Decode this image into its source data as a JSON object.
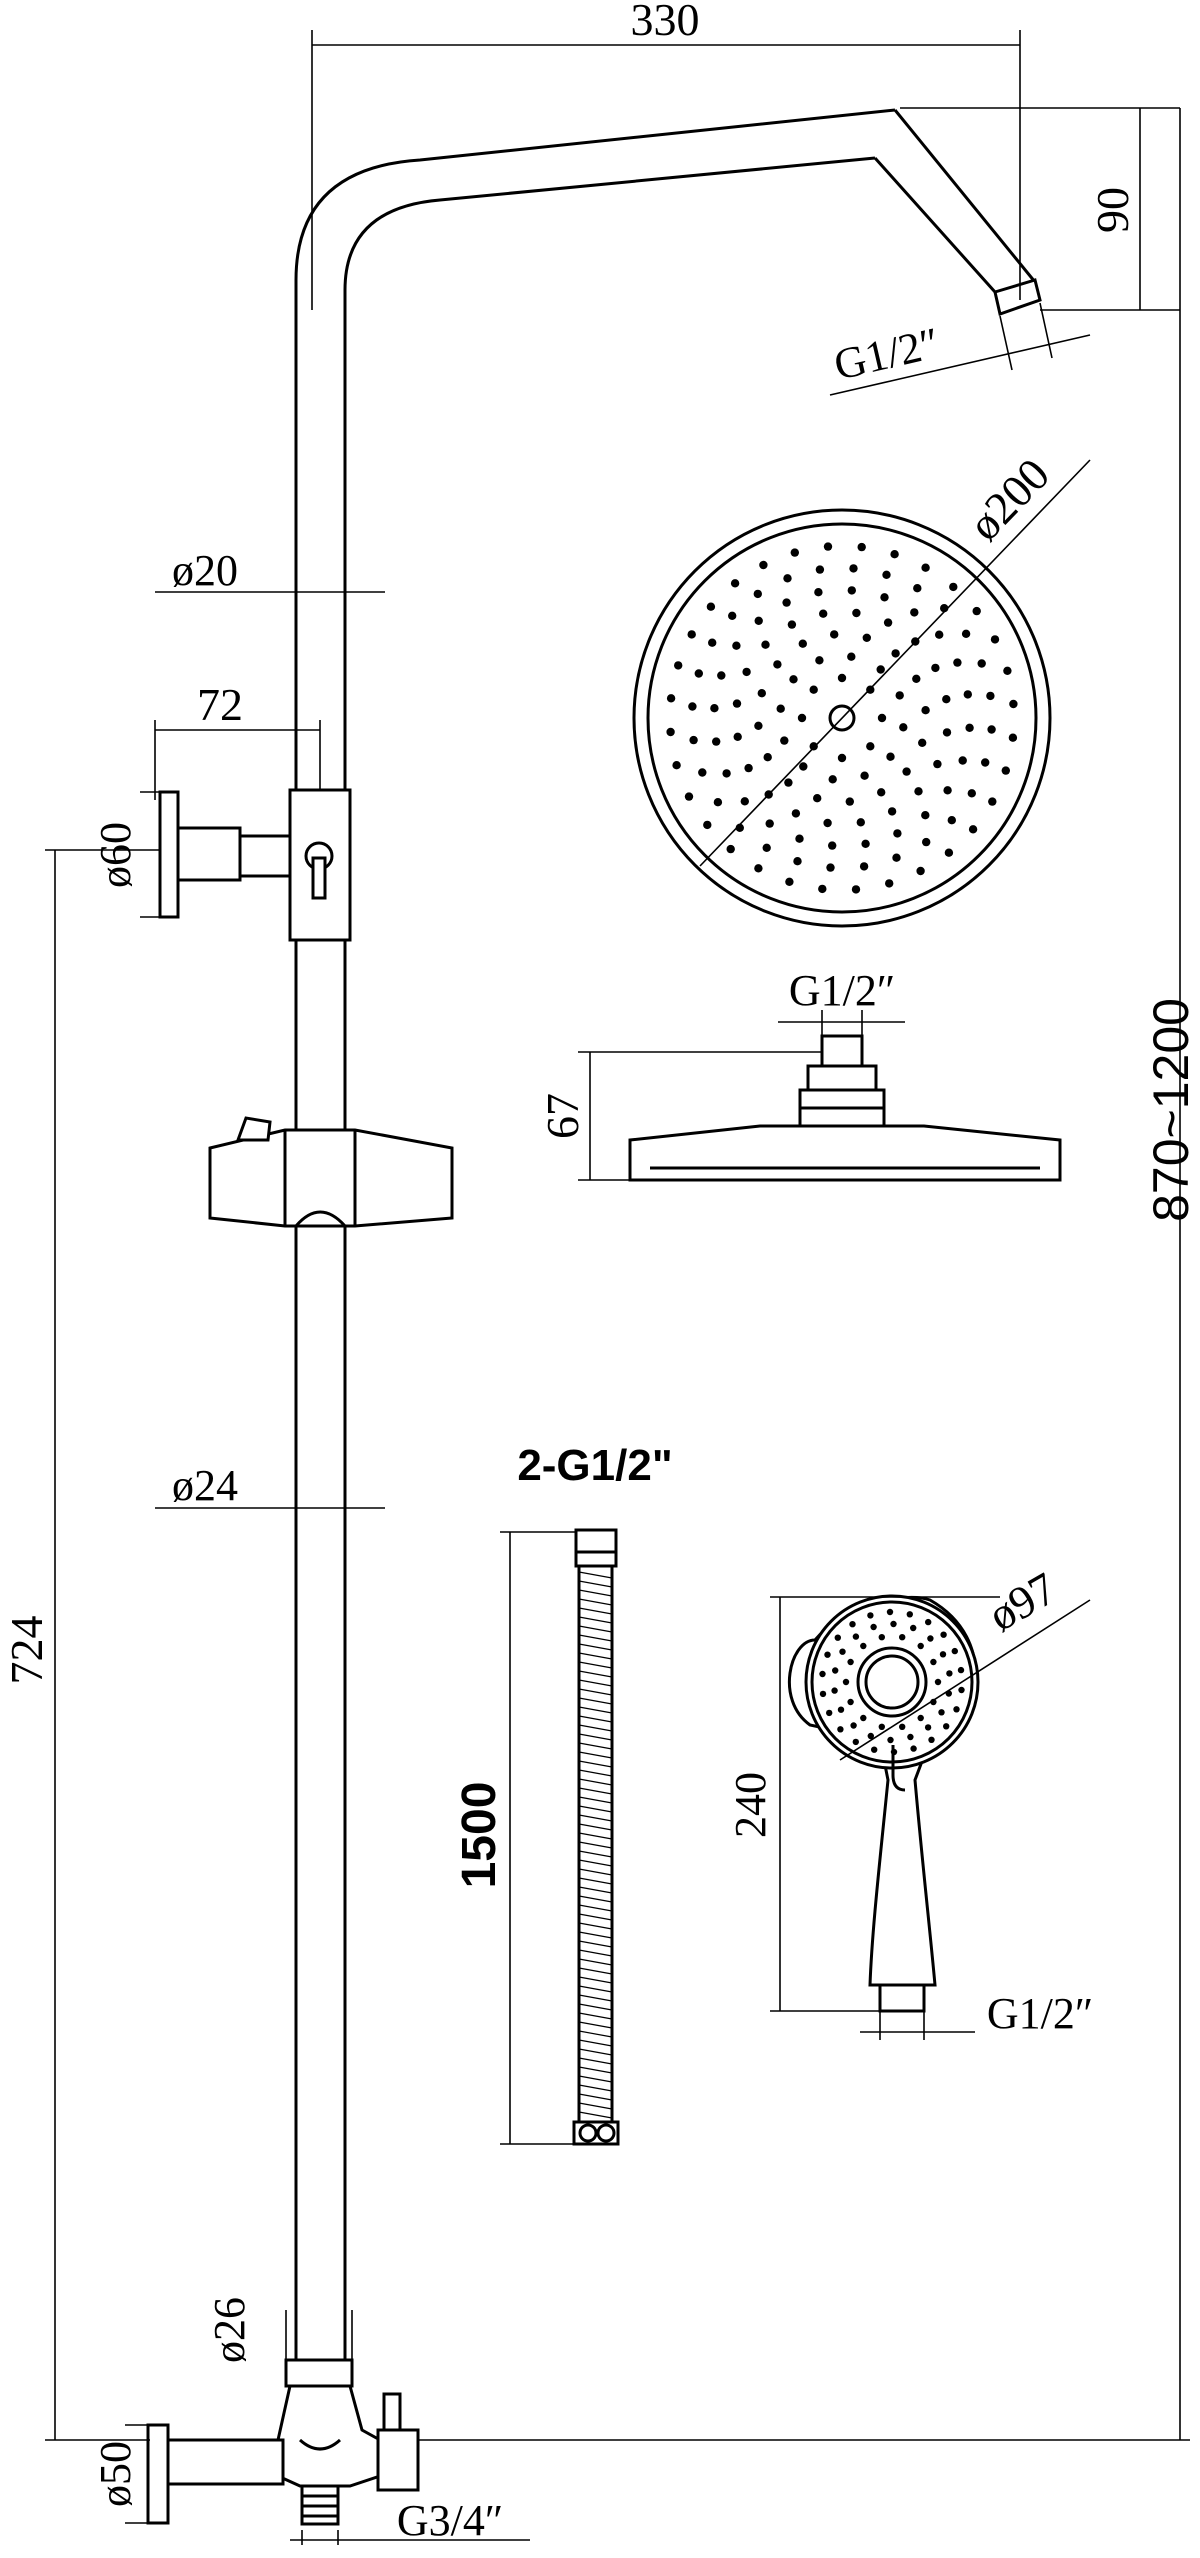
{
  "drawing": {
    "title": "Shower column technical drawing",
    "dimensions": {
      "top_width": "330",
      "arm_drop": "90",
      "arm_thread": "G1/2″",
      "head_diameter": "ø200",
      "head_thread": "G1/2″",
      "head_height": "67",
      "upper_tube": "ø20",
      "bracket_depth": "72",
      "bracket_flange": "ø60",
      "lower_tube": "ø24",
      "column_height": "724",
      "total_height": "870~1200",
      "hose_threads": "2-G1/2\"",
      "hose_length": "1500",
      "hand_diameter": "ø97",
      "hand_length": "240",
      "hand_thread": "G1/2″",
      "diverter_diameter": "ø26",
      "bottom_flange": "ø50",
      "inlet_thread": "G3/4″"
    },
    "colors": {
      "line": "#000000",
      "background": "#ffffff"
    }
  }
}
